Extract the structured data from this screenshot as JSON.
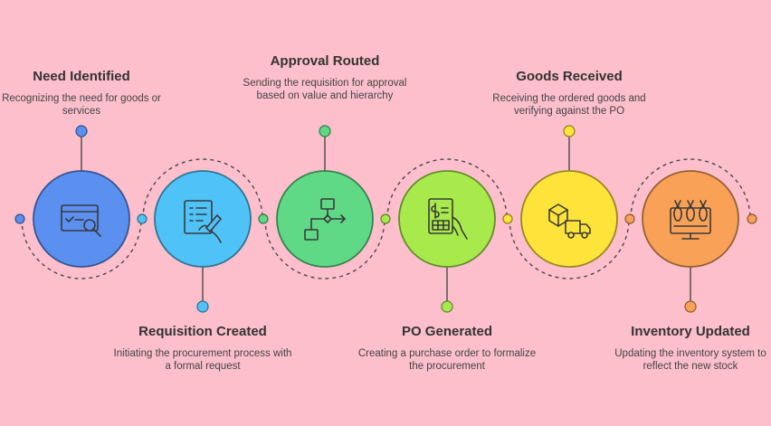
{
  "steps": [
    {
      "title": "Need Identified",
      "desc": "Recognizing the need for goods or services",
      "color": "#5b8ff0",
      "icon": "screen-search-icon"
    },
    {
      "title": "Requisition Created",
      "desc": "Initiating the procurement process with a formal request",
      "color": "#4fc3f7",
      "icon": "document-signature-icon"
    },
    {
      "title": "Approval Routed",
      "desc": "Sending the requisition for approval based on value and hierarchy",
      "color": "#5fd985",
      "icon": "workflow-icon"
    },
    {
      "title": "PO Generated",
      "desc": "Creating a purchase order to formalize the procurement",
      "color": "#a8ea4c",
      "icon": "invoice-hand-icon"
    },
    {
      "title": "Goods Received",
      "desc": "Receiving the ordered goods and verifying against the PO",
      "color": "#fde33a",
      "icon": "delivery-truck-icon"
    },
    {
      "title": "Inventory Updated",
      "desc": "Updating the inventory system to reflect the new stock",
      "color": "#f9a156",
      "icon": "inventory-monitor-icon"
    }
  ]
}
